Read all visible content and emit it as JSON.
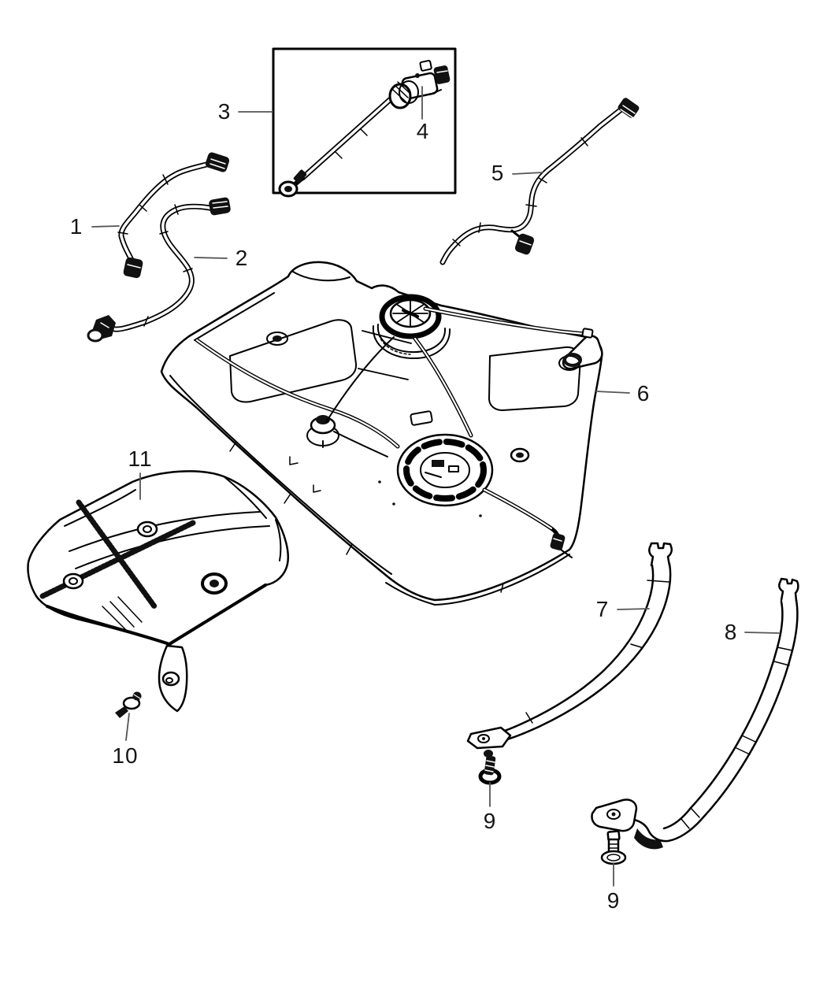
{
  "diagram": {
    "background_color": "#ffffff",
    "line_color": "#000000",
    "leader_color": "#555555",
    "callouts": [
      {
        "label": "1"
      },
      {
        "label": "2"
      },
      {
        "label": "3"
      },
      {
        "label": "4"
      },
      {
        "label": "5"
      },
      {
        "label": "6"
      },
      {
        "label": "7"
      },
      {
        "label": "8"
      },
      {
        "label": "9"
      },
      {
        "label": "9"
      },
      {
        "label": "10"
      },
      {
        "label": "11"
      }
    ]
  }
}
